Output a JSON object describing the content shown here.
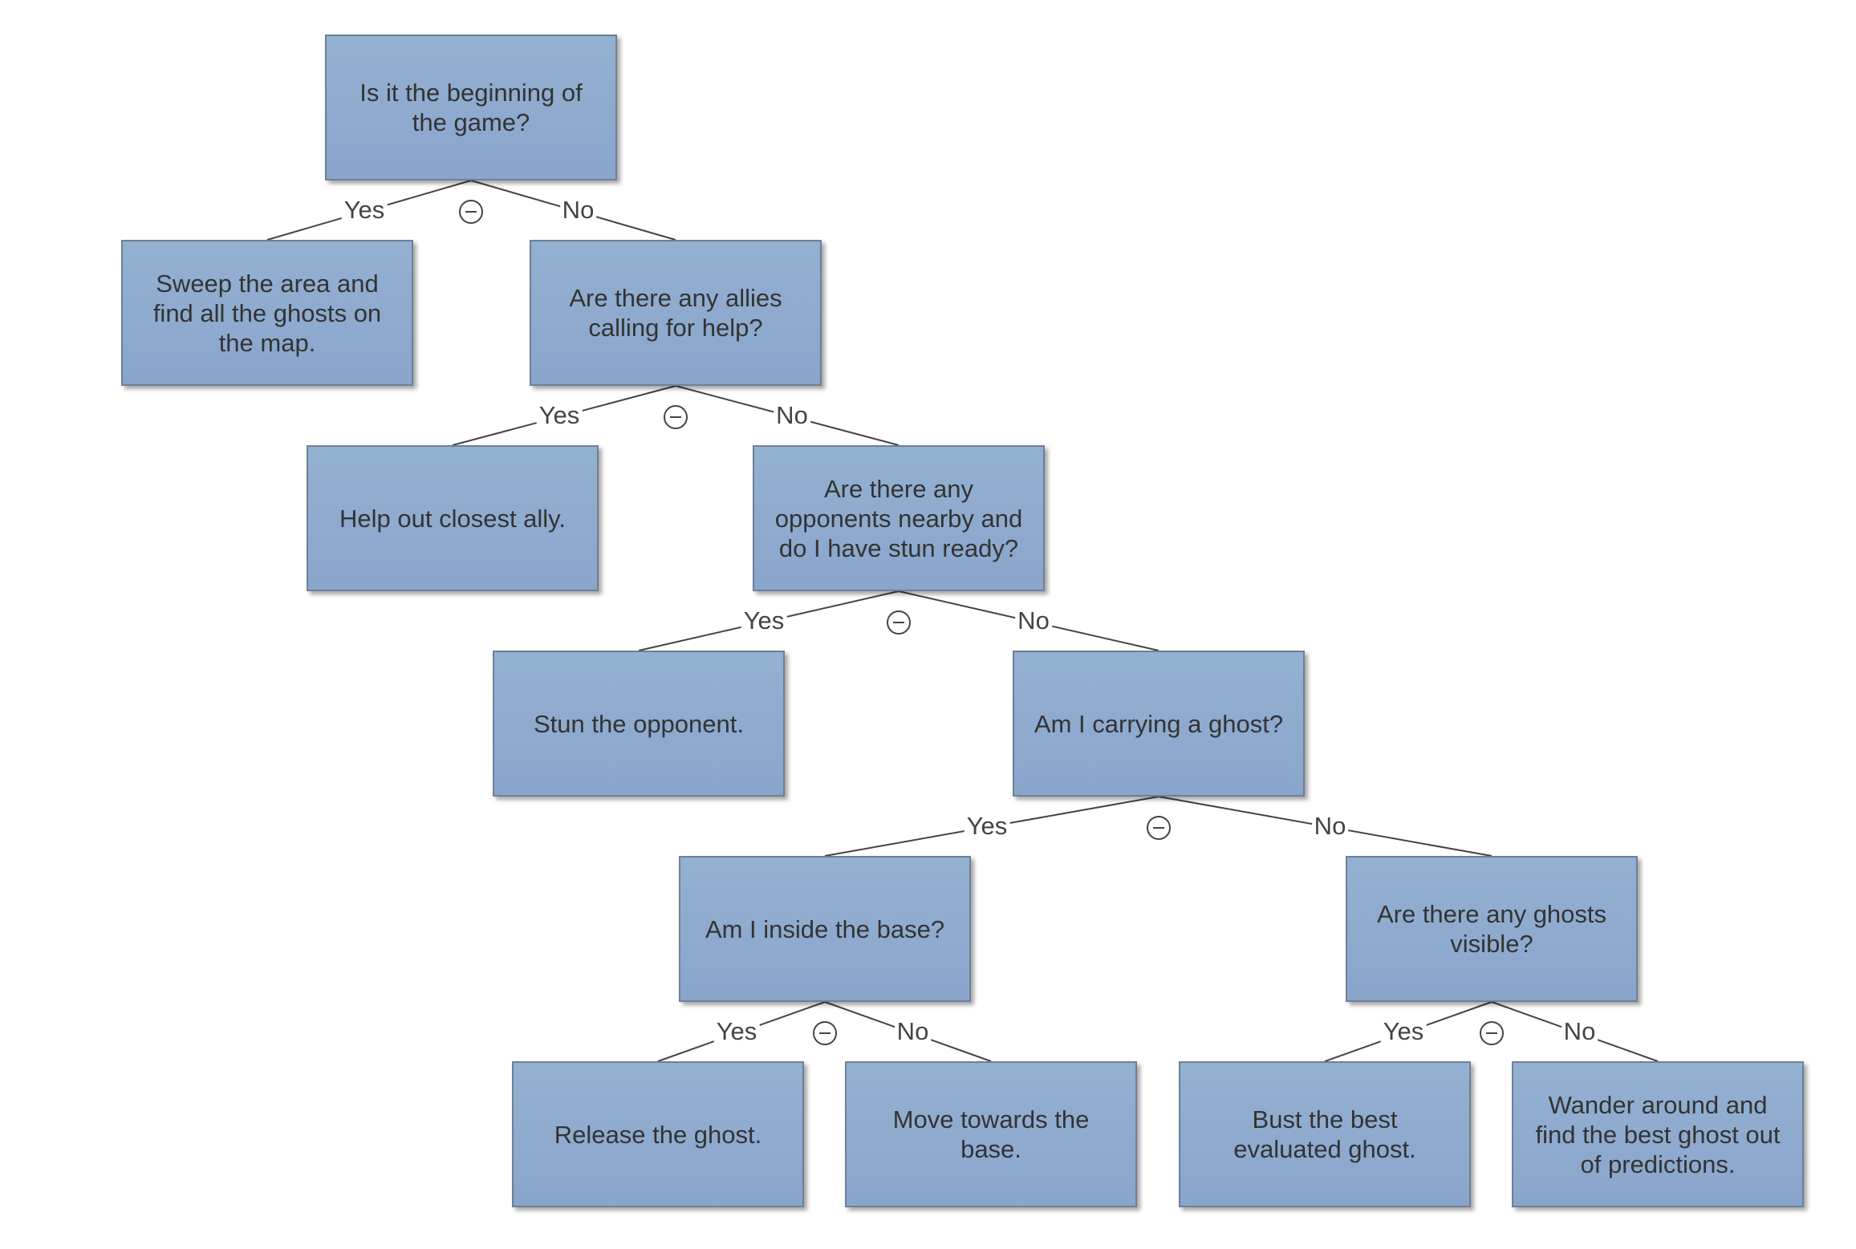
{
  "nodes": [
    {
      "id": "q1",
      "text": "Is it the beginning of the game?"
    },
    {
      "id": "a1",
      "text": "Sweep the area and find all the ghosts on the map."
    },
    {
      "id": "q2",
      "text": "Are there any allies calling for help?"
    },
    {
      "id": "a2",
      "text": "Help out closest ally."
    },
    {
      "id": "q3",
      "text": "Are there any opponents nearby and do I have stun ready?"
    },
    {
      "id": "a3",
      "text": "Stun the opponent."
    },
    {
      "id": "q4",
      "text": "Am I carrying a ghost?"
    },
    {
      "id": "q5",
      "text": "Am I inside the base?"
    },
    {
      "id": "q6",
      "text": "Are there any ghosts visible?"
    },
    {
      "id": "a4",
      "text": "Release the ghost."
    },
    {
      "id": "a5",
      "text": "Move towards the base."
    },
    {
      "id": "a6",
      "text": "Bust the best evaluated ghost."
    },
    {
      "id": "a7",
      "text": "Wander around and find the best ghost out of predictions."
    }
  ],
  "edges": [
    {
      "from": "q1",
      "to": "a1",
      "label": "Yes"
    },
    {
      "from": "q1",
      "to": "q2",
      "label": "No"
    },
    {
      "from": "q2",
      "to": "a2",
      "label": "Yes"
    },
    {
      "from": "q2",
      "to": "q3",
      "label": "No"
    },
    {
      "from": "q3",
      "to": "a3",
      "label": "Yes"
    },
    {
      "from": "q3",
      "to": "q4",
      "label": "No"
    },
    {
      "from": "q4",
      "to": "q5",
      "label": "Yes"
    },
    {
      "from": "q4",
      "to": "q6",
      "label": "No"
    },
    {
      "from": "q5",
      "to": "a4",
      "label": "Yes"
    },
    {
      "from": "q5",
      "to": "a5",
      "label": "No"
    },
    {
      "from": "q6",
      "to": "a6",
      "label": "Yes"
    },
    {
      "from": "q6",
      "to": "a7",
      "label": "No"
    }
  ],
  "colors": {
    "node_fill_top": "#93b1d1",
    "node_fill_bottom": "#8aa5cc",
    "node_border": "#6f7f96",
    "text": "#333333",
    "connector": "#444444"
  }
}
